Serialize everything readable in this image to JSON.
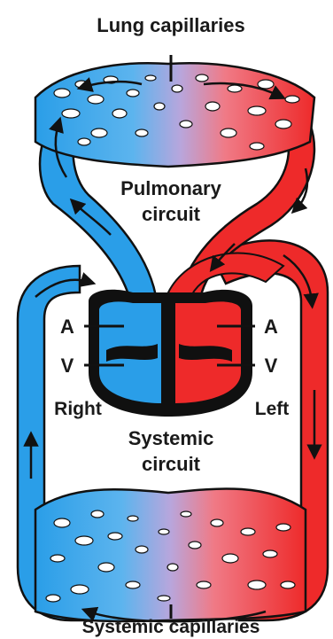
{
  "labels": {
    "top": "Lung capillaries",
    "pulmonary_line1": "Pulmonary",
    "pulmonary_line2": "circuit",
    "atrium_right": "A",
    "ventricle_right": "V",
    "atrium_left": "A",
    "ventricle_left": "V",
    "side_right": "Right",
    "side_left": "Left",
    "systemic_line1": "Systemic",
    "systemic_line2": "circuit",
    "bottom": "Systemic capillaries"
  },
  "colors": {
    "deoxygenated": "#2a9ee8",
    "oxygenated": "#ee2a2a",
    "mixed": "#b8a6dc",
    "heart_outline": "#101010",
    "pore": "#ffffff"
  }
}
